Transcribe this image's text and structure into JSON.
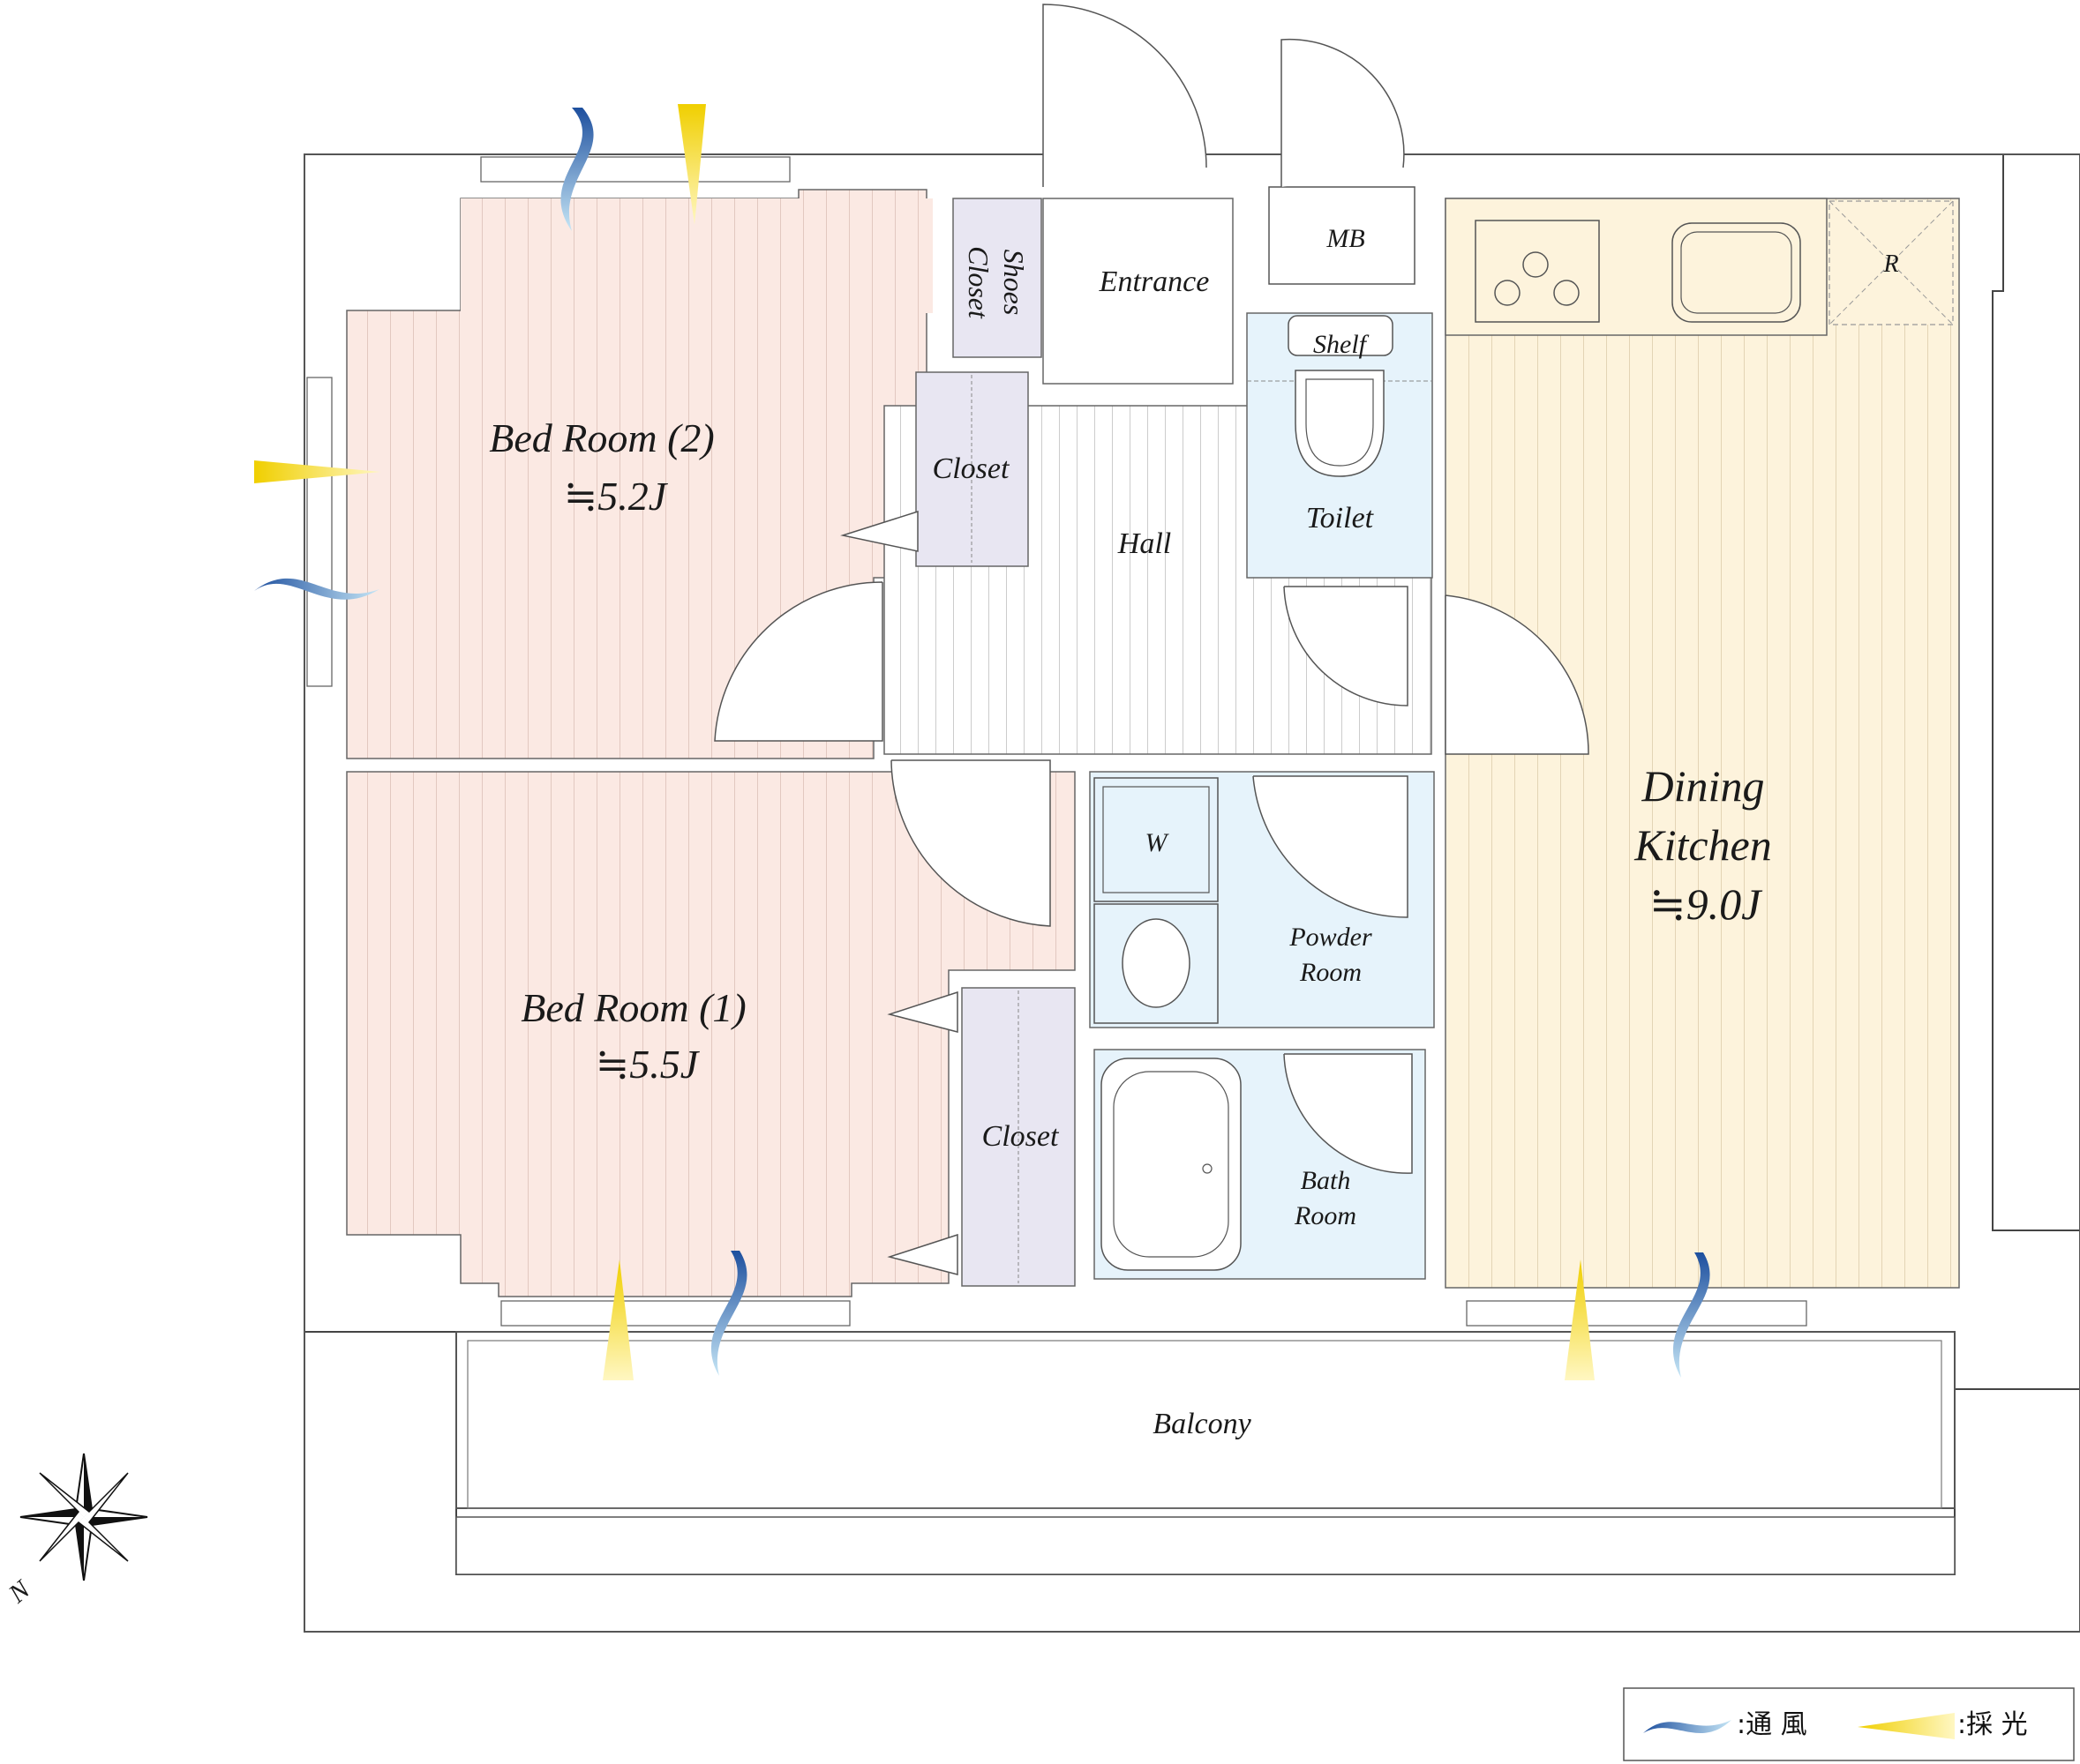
{
  "rooms": {
    "bed2": {
      "name": "Bed Room (2)",
      "size": "≒5.2J"
    },
    "bed1": {
      "name": "Bed Room (1)",
      "size": "≒5.5J"
    },
    "dining": {
      "name_line1": "Dining",
      "name_line2": "Kitchen",
      "size": "≒9.0J"
    },
    "entrance": "Entrance",
    "shoes_closet_line1": "Shoes",
    "shoes_closet_line2": "Closet",
    "closet_upper": "Closet",
    "closet_lower": "Closet",
    "hall": "Hall",
    "mb": "MB",
    "shelf": "Shelf",
    "toilet": "Toilet",
    "washer": "W",
    "powder_line1": "Powder",
    "powder_line2": "Room",
    "bath_line1": "Bath",
    "bath_line2": "Room",
    "fridge": "R",
    "balcony": "Balcony"
  },
  "compass": {
    "north": "N"
  },
  "legend": {
    "wind": ":通 風",
    "light": ":採 光"
  },
  "colors": {
    "bedroom_floor": "#fbe9e3",
    "kitchen_floor": "#fdf3dc",
    "closet_fill": "#e8e6f2",
    "wet_area_fill": "#e6f3fb",
    "wind_arrow": "#3a7fc4",
    "light_arrow": "#f2d31a"
  }
}
